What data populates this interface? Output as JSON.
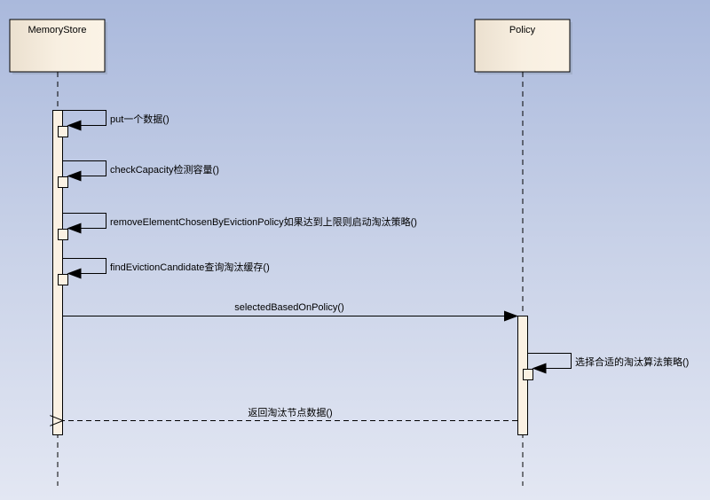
{
  "diagram": {
    "type": "sequence",
    "lifelines": [
      {
        "id": "memorystore",
        "name": "MemoryStore"
      },
      {
        "id": "policy",
        "name": "Policy"
      }
    ],
    "messages": [
      {
        "from": "memorystore",
        "to": "memorystore",
        "kind": "self",
        "label": "put一个数据()"
      },
      {
        "from": "memorystore",
        "to": "memorystore",
        "kind": "self",
        "label": "checkCapacity检测容量()"
      },
      {
        "from": "memorystore",
        "to": "memorystore",
        "kind": "self",
        "label": "removeElementChosenByEvictionPolicy如果达到上限则启动淘汰策略()"
      },
      {
        "from": "memorystore",
        "to": "memorystore",
        "kind": "self",
        "label": "findEvictionCandidate查询淘汰缓存()"
      },
      {
        "from": "memorystore",
        "to": "policy",
        "kind": "sync",
        "label": "selectedBasedOnPolicy()"
      },
      {
        "from": "policy",
        "to": "policy",
        "kind": "self",
        "label": "选择合适的淘汰算法策略()"
      },
      {
        "from": "policy",
        "to": "memorystore",
        "kind": "return",
        "label": "返回淘汰节点数据()"
      }
    ]
  },
  "colors": {
    "box_fill_left": "#ece2d2",
    "box_fill_right": "#fbf3e6",
    "activation_fill": "#fbf1e3",
    "line": "#000000"
  }
}
